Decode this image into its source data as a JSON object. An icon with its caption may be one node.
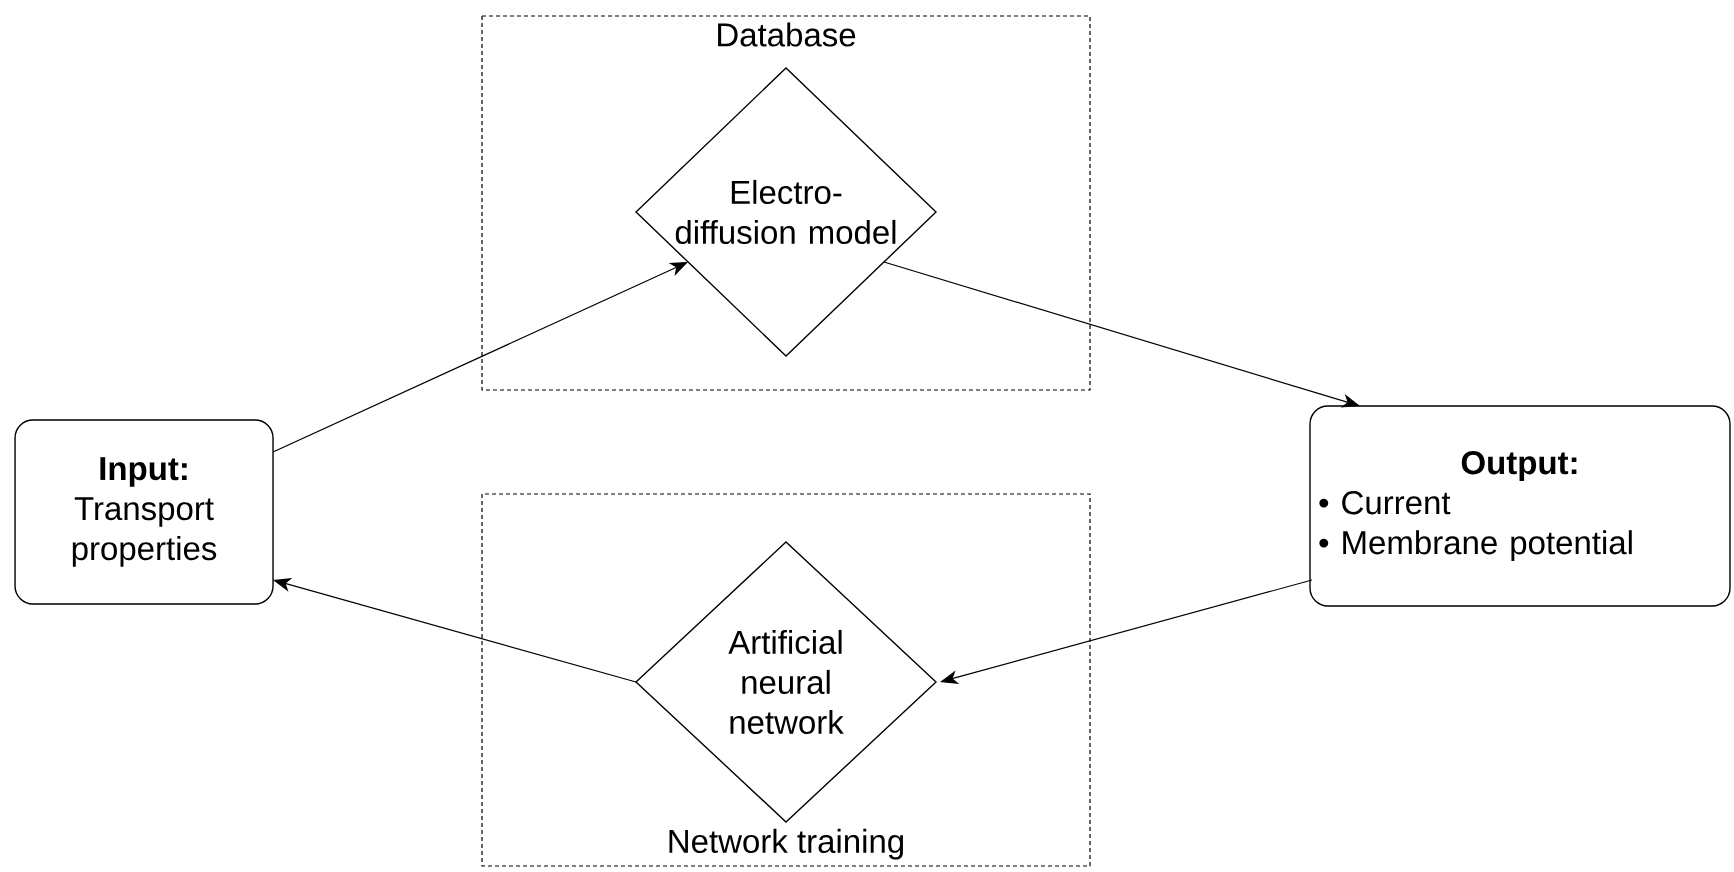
{
  "diagram": {
    "nodes": [
      {
        "text": [
          "Input:",
          "Transport properties"
        ]
      },
      {
        "text": [
          "Database"
        ]
      },
      {
        "text": [
          "Electro-diffusion model"
        ],
        "in": 1
      },
      {
        "text": [
          "Output:",
          "• Current",
          "• Membrane potential"
        ]
      },
      {
        "text": [
          "Network training"
        ]
      },
      {
        "text": [
          "Artificial neural network"
        ],
        "in": 4
      }
    ],
    "edges": [
      {
        "from": 0,
        "to": 2,
        "arrow": "to"
      },
      {
        "from": 2,
        "to": 3,
        "arrow": "to"
      },
      {
        "from": 3,
        "to": 5,
        "arrow": "to"
      },
      {
        "from": 5,
        "to": 0,
        "arrow": "to"
      }
    ]
  }
}
